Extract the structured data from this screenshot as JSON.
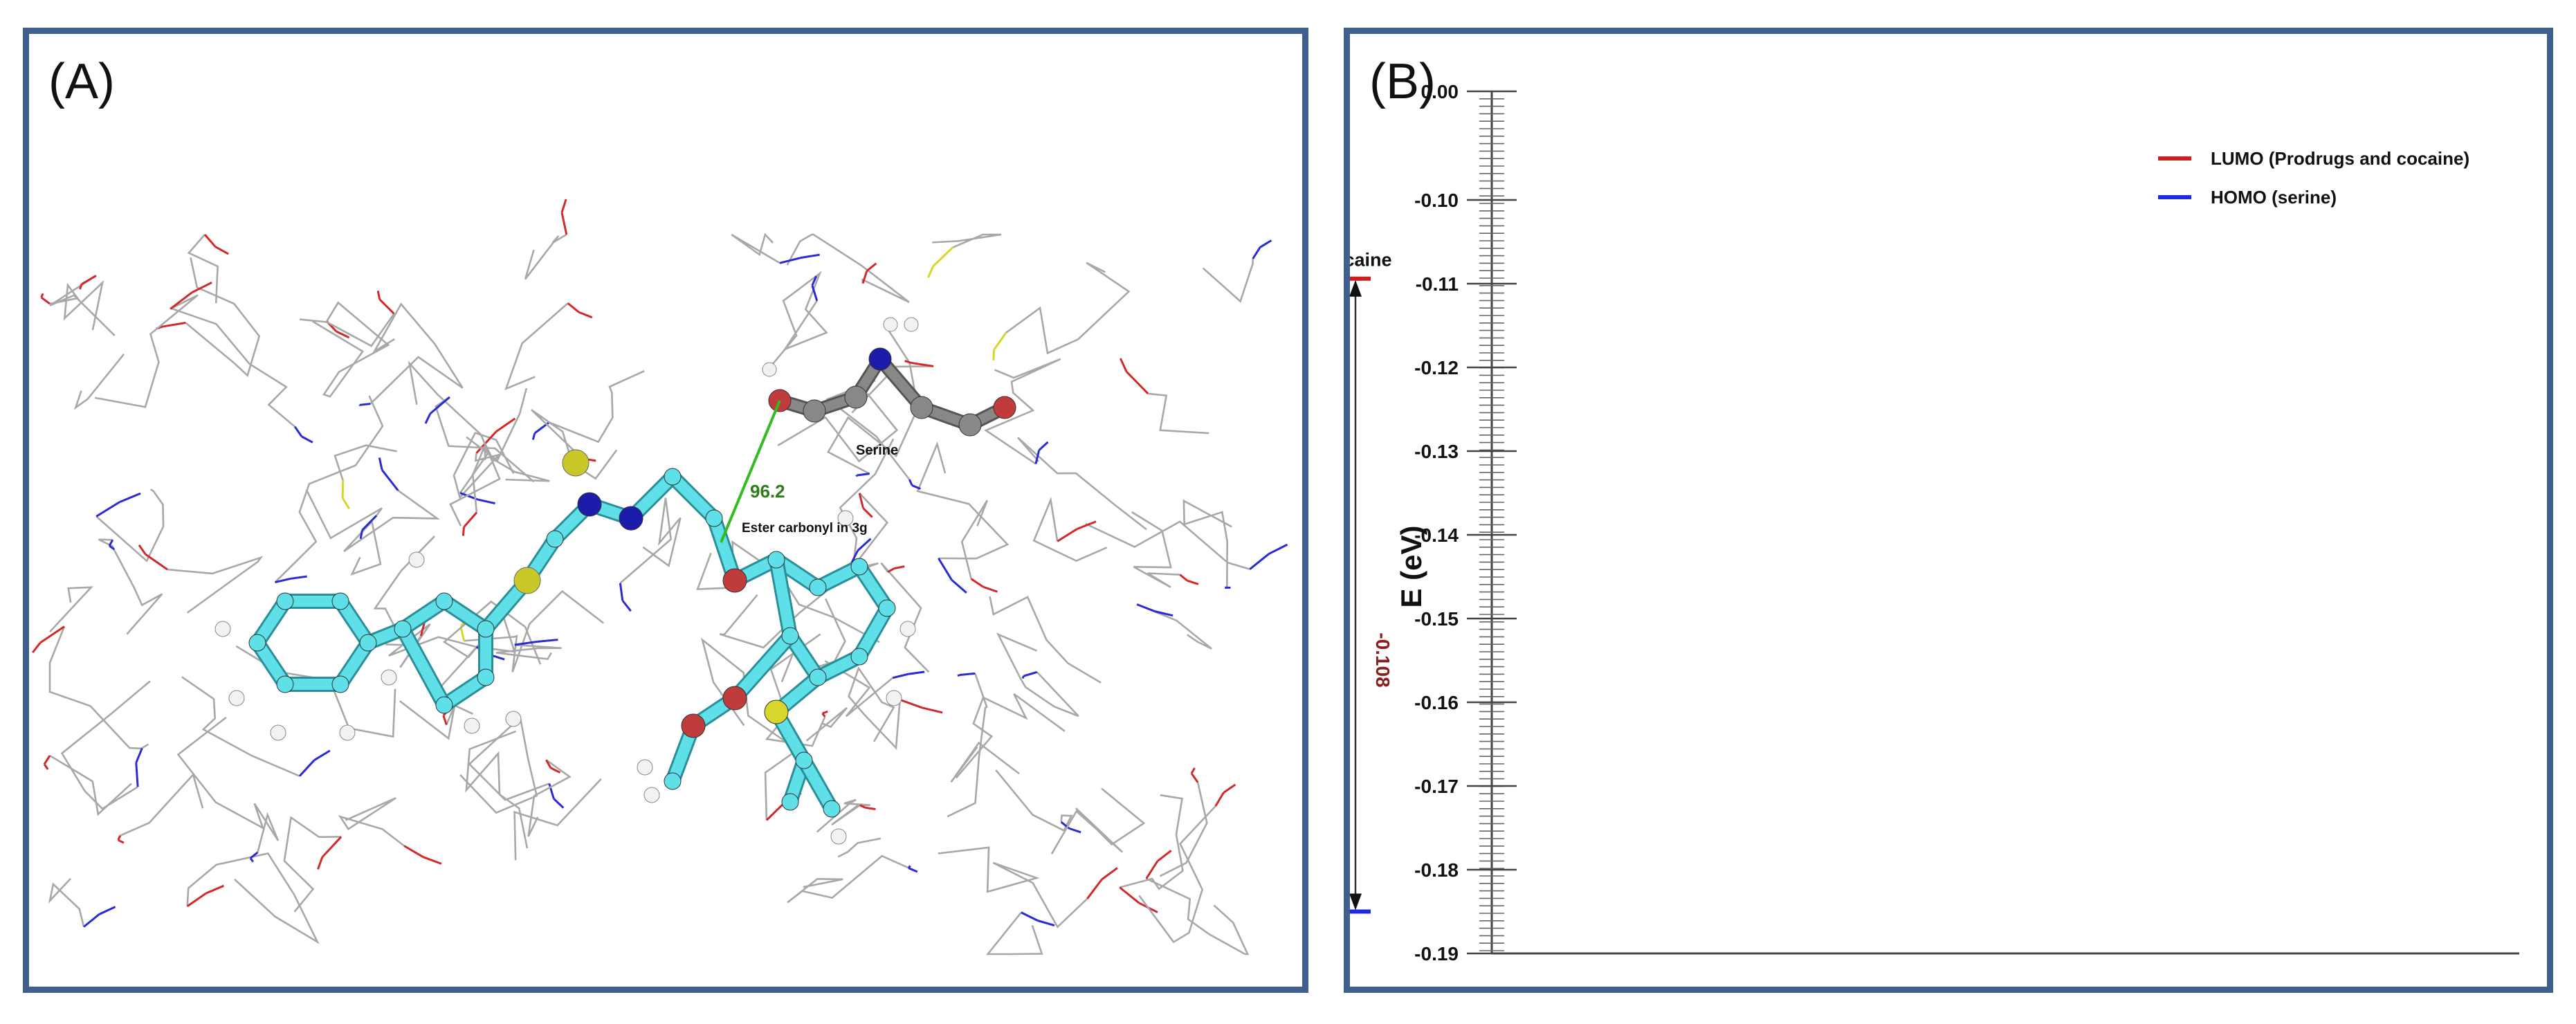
{
  "panel_a": {
    "label": "(A)",
    "annotations": {
      "distance": "96.2",
      "carbonyl": "Ester carbonyl in 3g",
      "residue": "Serine"
    }
  },
  "panel_b": {
    "label": "(B)",
    "colors": {
      "lumo": "#cc1f1f",
      "homo": "#1d2ae0",
      "value_text": "#8b1d1d",
      "axis": "#444444"
    },
    "chart_data": {
      "type": "energy-level-diagram",
      "ylabel": "E (eV)",
      "ylim": [
        -0.19,
        0.0
      ],
      "yticks": [
        "0.00",
        "-0.10",
        "-0.11",
        "-0.12",
        "-0.13",
        "-0.14",
        "-0.15",
        "-0.16",
        "-0.17",
        "-0.18",
        "-0.19"
      ],
      "axis_break_between": [
        "0.00",
        "-0.10"
      ],
      "legend": [
        "LUMO (Prodrugs and cocaine)",
        "HOMO (serine)"
      ],
      "legend_position": "top-right",
      "series": [
        {
          "name": "LUMO (Prodrugs and cocaine)",
          "values": [
            -0.1258,
            -0.1242,
            -0.1086,
            -0.1219,
            -0.1068,
            -0.1289,
            -0.119,
            -0.1231,
            -0.1248,
            -0.1094
          ]
        },
        {
          "name": "HOMO (serine)",
          "values": [
            -0.186,
            -0.186,
            -0.1862,
            -0.186,
            -0.1858,
            -0.1856,
            -0.1856,
            -0.1855,
            -0.1852,
            -0.185
          ]
        }
      ],
      "categories": [
        "3a",
        "3b",
        "3c",
        "3d",
        "3e",
        "3f",
        "3g",
        "3h",
        "3i",
        "Cocaine"
      ],
      "gap_labels": [
        "-0.060",
        "-0.062",
        "-0.107",
        "-0.065",
        "-0.109",
        "-0.057",
        "-0.067",
        "-0.061",
        "-0.060",
        "-0.108"
      ]
    }
  }
}
